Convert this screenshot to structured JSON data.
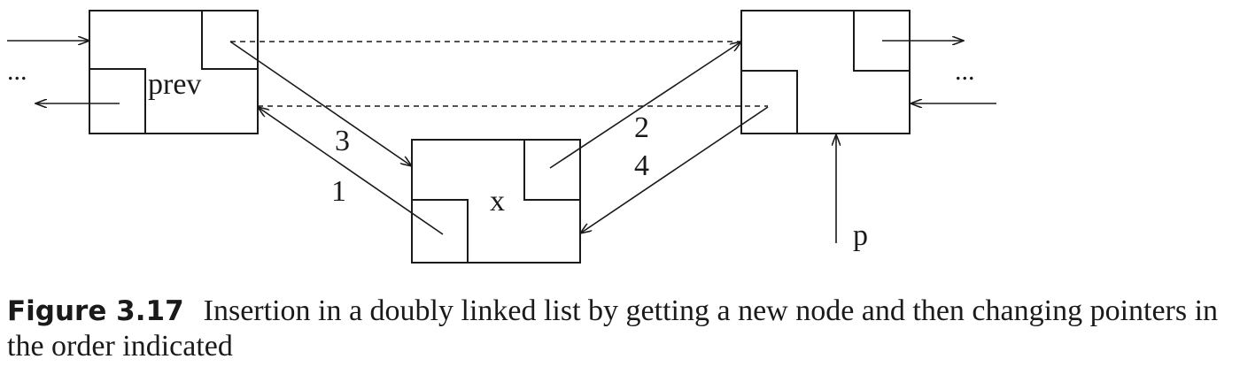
{
  "diagram": {
    "node_prev_label": "prev",
    "node_x_label": "x",
    "pointer_p_label": "p",
    "ellipsis_left": "...",
    "ellipsis_right": "...",
    "step_labels": [
      "1",
      "2",
      "3",
      "4"
    ]
  },
  "caption": {
    "figure_label": "Figure 3.17",
    "text": "Insertion in a doubly linked list by getting a new node and then changing pointers in the order indicated"
  },
  "colors": {
    "ink": "#1a1a1a",
    "background": "#ffffff"
  }
}
